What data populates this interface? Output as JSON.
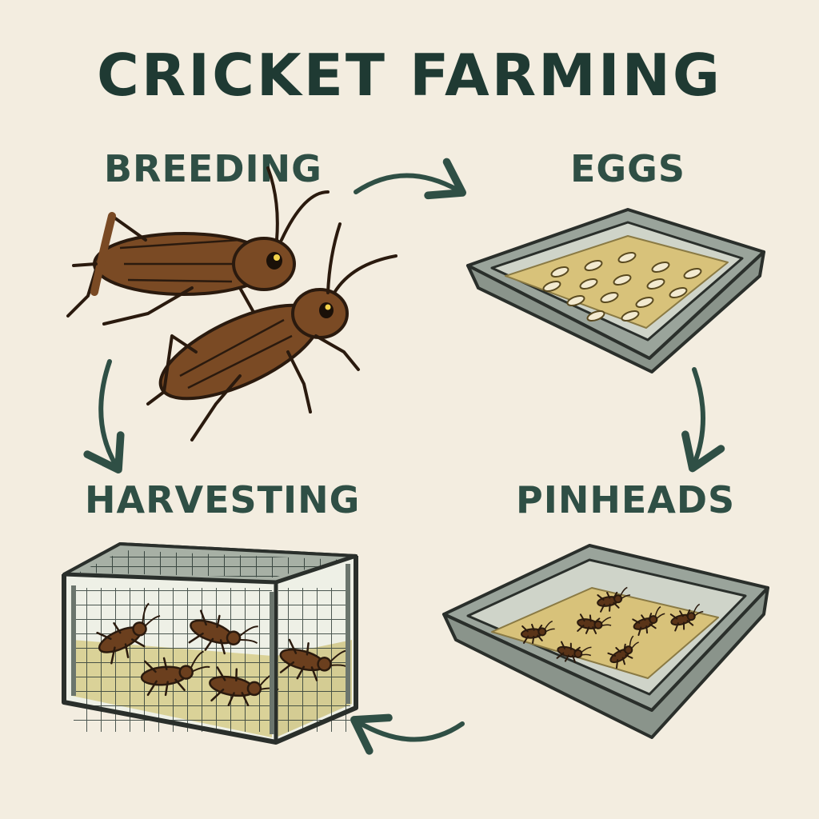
{
  "title": "CRICKET FARMING",
  "stages": {
    "breeding": "BREEDING",
    "eggs": "EGGS",
    "pinheads": "PINHEADS",
    "harvesting": "HARVESTING"
  },
  "colors": {
    "background": "#f3ede0",
    "title": "#1f3a33",
    "label": "#2f4f45",
    "arrow": "#2f4f45",
    "cricket": "#7a4a24",
    "tray": "#9aa49b",
    "substrate": "#d8c27a"
  }
}
